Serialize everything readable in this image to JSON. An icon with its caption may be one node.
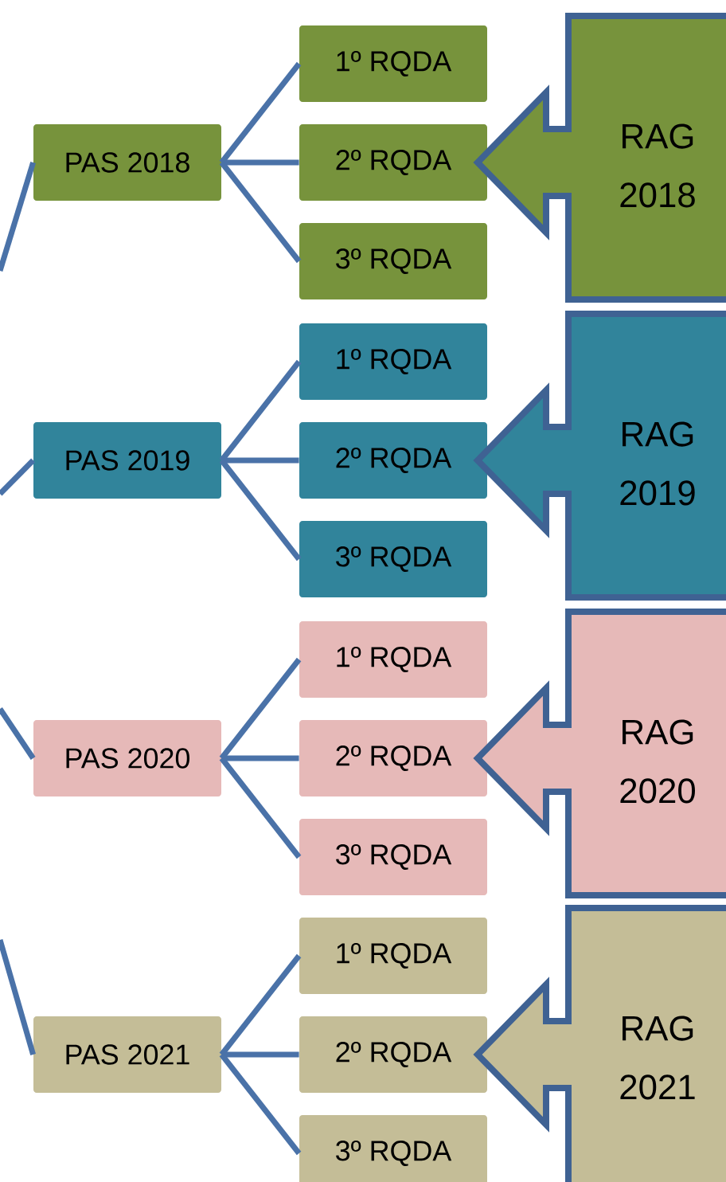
{
  "diagram": {
    "nodes": [
      {
        "text": [
          "PAS 2018"
        ]
      },
      {
        "text": [
          "1º RQDA"
        ]
      },
      {
        "text": [
          "2º RQDA"
        ]
      },
      {
        "text": [
          "3º RQDA"
        ]
      },
      {
        "text": [
          "RAG 2018"
        ]
      },
      {
        "text": [
          "PAS 2019"
        ]
      },
      {
        "text": [
          "1º RQDA"
        ]
      },
      {
        "text": [
          "2º RQDA"
        ]
      },
      {
        "text": [
          "3º RQDA"
        ]
      },
      {
        "text": [
          "RAG 2019"
        ]
      },
      {
        "text": [
          "PAS 2020"
        ]
      },
      {
        "text": [
          "1º RQDA"
        ]
      },
      {
        "text": [
          "2º RQDA"
        ]
      },
      {
        "text": [
          "3º RQDA"
        ]
      },
      {
        "text": [
          "RAG 2020"
        ]
      },
      {
        "text": [
          "PAS 2021"
        ]
      },
      {
        "text": [
          "1º RQDA"
        ]
      },
      {
        "text": [
          "2º RQDA"
        ]
      },
      {
        "text": [
          "3º RQDA"
        ]
      },
      {
        "text": [
          "RAG 2021"
        ]
      }
    ],
    "edges": [
      {
        "from": null,
        "to": 0,
        "arrow": "none"
      },
      {
        "from": 0,
        "to": 1,
        "arrow": "none"
      },
      {
        "from": 0,
        "to": 2,
        "arrow": "none"
      },
      {
        "from": 0,
        "to": 3,
        "arrow": "none"
      },
      {
        "from": null,
        "to": 5,
        "arrow": "none"
      },
      {
        "from": 5,
        "to": 6,
        "arrow": "none"
      },
      {
        "from": 5,
        "to": 7,
        "arrow": "none"
      },
      {
        "from": 5,
        "to": 8,
        "arrow": "none"
      },
      {
        "from": null,
        "to": 10,
        "arrow": "none"
      },
      {
        "from": 10,
        "to": 11,
        "arrow": "none"
      },
      {
        "from": 10,
        "to": 12,
        "arrow": "none"
      },
      {
        "from": 10,
        "to": 13,
        "arrow": "none"
      },
      {
        "from": null,
        "to": 15,
        "arrow": "none"
      },
      {
        "from": 15,
        "to": 16,
        "arrow": "none"
      },
      {
        "from": 15,
        "to": 17,
        "arrow": "none"
      },
      {
        "from": 15,
        "to": 18,
        "arrow": "none"
      }
    ]
  }
}
